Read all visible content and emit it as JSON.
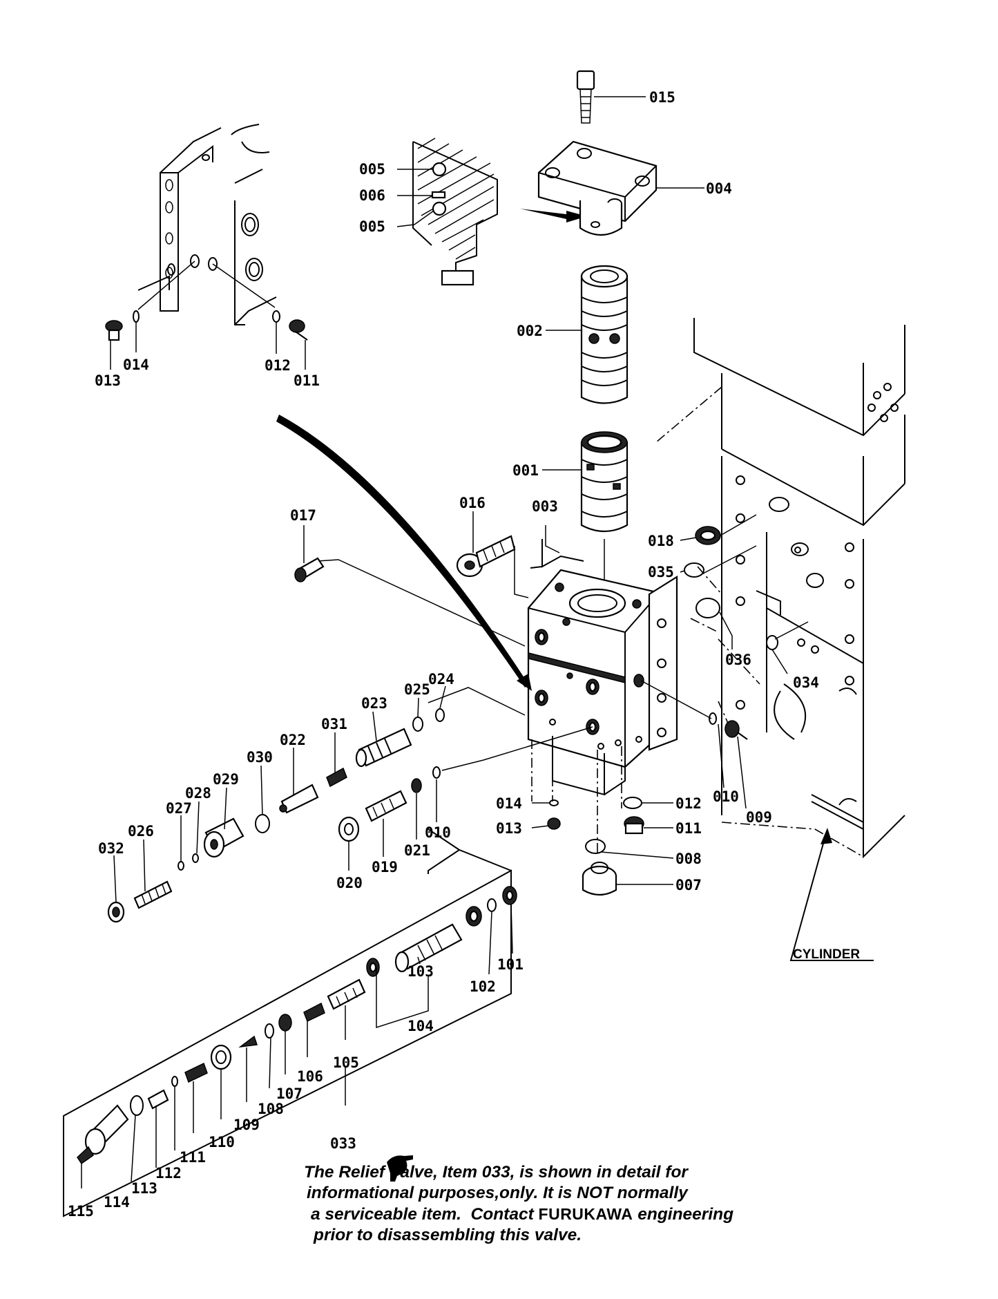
{
  "labels": {
    "p001": "001",
    "p002": "002",
    "p003": "003",
    "p004": "004",
    "p005a": "005",
    "p006": "006",
    "p005b": "005",
    "p007": "007",
    "p008": "008",
    "p009": "009",
    "p010a": "010",
    "p010b": "010",
    "p011a": "011",
    "p011b": "011",
    "p012a": "012",
    "p012b": "012",
    "p013a": "013",
    "p013b": "013",
    "p014a": "014",
    "p014b": "014",
    "p015": "015",
    "p016": "016",
    "p017": "017",
    "p018": "018",
    "p019": "019",
    "p020": "020",
    "p021": "021",
    "p022": "022",
    "p023": "023",
    "p024": "024",
    "p025": "025",
    "p026": "026",
    "p027": "027",
    "p028": "028",
    "p029": "029",
    "p030": "030",
    "p031": "031",
    "p032": "032",
    "p033": "033",
    "p034": "034",
    "p035": "035",
    "p036": "036",
    "p101": "101",
    "p102": "102",
    "p103": "103",
    "p104": "104",
    "p105": "105",
    "p106": "106",
    "p107": "107",
    "p108": "108",
    "p109": "109",
    "p110": "110",
    "p111": "111",
    "p112": "112",
    "p113": "113",
    "p114": "114",
    "p115": "115",
    "cylinder": "CYLINDER"
  },
  "note": {
    "line1": "The Relief Valve, Item 033, is shown in detail for",
    "line2": "informational purposes,only. It is NOT normally",
    "line3_pre": "a serviceable item.  Contact ",
    "brand": "FURUKAWA",
    "line3_post": " engineering",
    "line4": "prior to disassembling this valve."
  },
  "icons": {
    "pointer": "pointing-hand-icon"
  }
}
